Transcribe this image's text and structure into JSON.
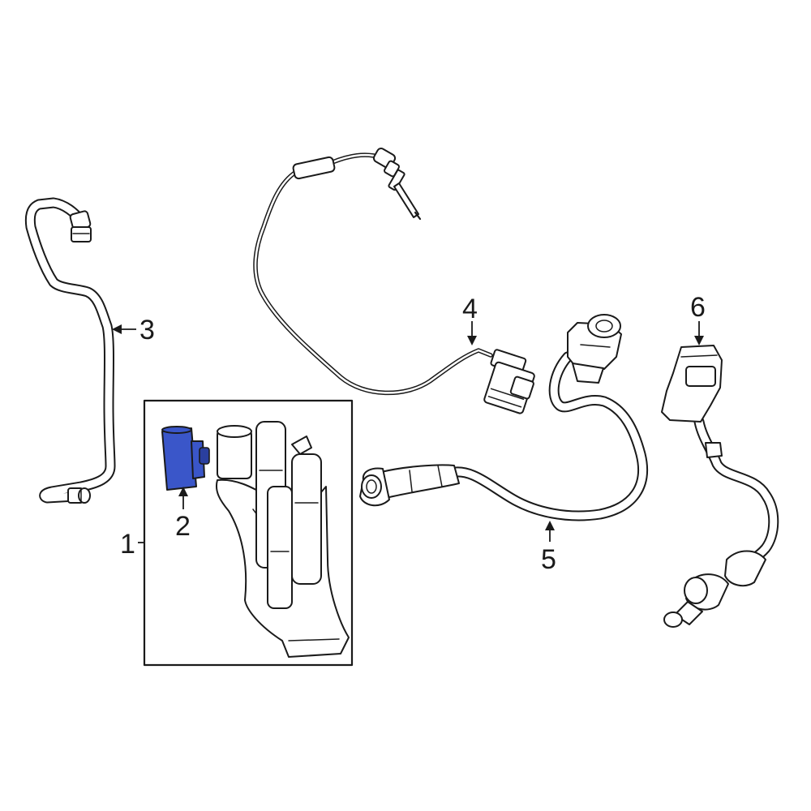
{
  "diagram": {
    "highlight_color": "#3a56c9",
    "line_color": "#1a1a1a",
    "background": "#ffffff"
  },
  "callouts": [
    {
      "id": "1",
      "label": "1"
    },
    {
      "id": "2",
      "label": "2",
      "highlighted": true
    },
    {
      "id": "3",
      "label": "3"
    },
    {
      "id": "4",
      "label": "4"
    },
    {
      "id": "5",
      "label": "5"
    },
    {
      "id": "6",
      "label": "6"
    }
  ]
}
